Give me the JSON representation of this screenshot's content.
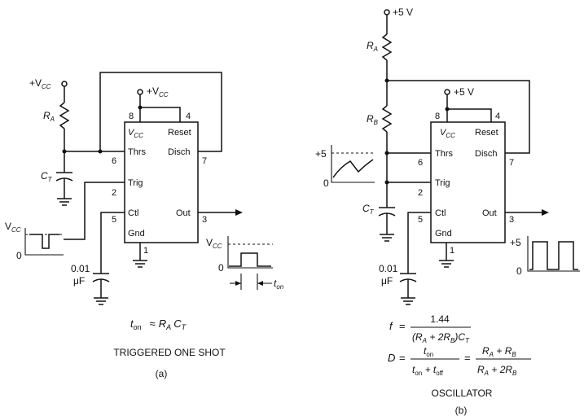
{
  "circuit_a": {
    "vcc_label": "+V",
    "vcc_sub": "CC",
    "ra_label": "R",
    "ra_sub": "A",
    "ct_label": "C",
    "ct_sub": "T",
    "chip_vcc_label": "+V",
    "chip_vcc_sub": "CC",
    "pins": {
      "p8": "8",
      "p4": "4",
      "p6": "6",
      "p7": "7",
      "p2": "2",
      "p5": "5",
      "p3": "3",
      "p1": "1",
      "vcc": "V",
      "vcc_sub": "CC",
      "reset": "Reset",
      "thrs": "Thrs",
      "disch": "Disch",
      "trig": "Trig",
      "ctl": "Ctl",
      "out": "Out",
      "gnd": "Gnd"
    },
    "input_wave_label": "V",
    "input_wave_sub": "CC",
    "input_zero": "0",
    "output_wave_label": "V",
    "output_wave_sub": "CC",
    "output_zero": "0",
    "ton_label": "t",
    "ton_sub": "on",
    "cap_value": "0.01",
    "cap_unit": "μF",
    "formula_lhs": "t",
    "formula_lhs_sub": "on",
    "formula_op": "≈",
    "formula_rhs_r": "R",
    "formula_rhs_r_sub": "A",
    "formula_rhs_c": "C",
    "formula_rhs_c_sub": "T",
    "title": "TRIGGERED ONE SHOT",
    "caption": "(a)"
  },
  "circuit_b": {
    "supply_label": "+5 V",
    "ra_label": "R",
    "ra_sub": "A",
    "rb_label": "R",
    "rb_sub": "B",
    "ct_label": "C",
    "ct_sub": "T",
    "chip_supply_label": "+5 V",
    "pins": {
      "p8": "8",
      "p4": "4",
      "p6": "6",
      "p7": "7",
      "p2": "2",
      "p5": "5",
      "p3": "3",
      "p1": "1",
      "vcc": "V",
      "vcc_sub": "CC",
      "reset": "Reset",
      "thrs": "Thrs",
      "disch": "Disch",
      "trig": "Trig",
      "ctl": "Ctl",
      "out": "Out",
      "gnd": "Gnd"
    },
    "cap_wave_top": "+5",
    "cap_wave_zero": "0",
    "out_wave_top": "+5",
    "out_wave_zero": "0",
    "cap_value": "0.01",
    "cap_unit": "μF",
    "freq_lhs": "f",
    "freq_num": "1.44",
    "freq_den_open": "(R",
    "freq_den_a": "A",
    "freq_den_mid": " + 2R",
    "freq_den_b": "B",
    "freq_den_close": ")C",
    "freq_den_t": "T",
    "duty_lhs": "D",
    "duty_num1": "t",
    "duty_num1_sub": "on",
    "duty_den1_a": "t",
    "duty_den1_a_sub": "on",
    "duty_den1_plus": " + t",
    "duty_den1_b_sub": "off",
    "duty_num2_a": "R",
    "duty_num2_a_sub": "A",
    "duty_num2_plus": " + R",
    "duty_num2_b_sub": "B",
    "duty_den2_a": "R",
    "duty_den2_a_sub": "A",
    "duty_den2_plus": " + 2R",
    "duty_den2_b_sub": "B",
    "title": "OSCILLATOR",
    "caption": "(b)"
  }
}
